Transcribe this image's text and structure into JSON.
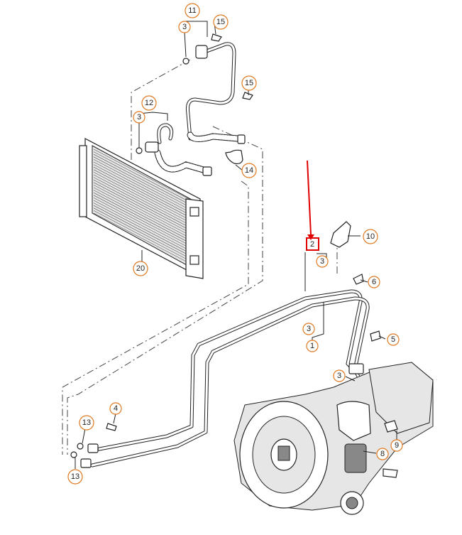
{
  "callouts": {
    "c1": "1",
    "c2": "2",
    "c3a": "3",
    "c3b": "3",
    "c3c": "3",
    "c3d": "3",
    "c3e": "3",
    "c4": "4",
    "c5": "5",
    "c6": "6",
    "c8": "8",
    "c9": "9",
    "c10": "10",
    "c11": "11",
    "c12": "12",
    "c13a": "13",
    "c13b": "13",
    "c14": "14",
    "c15a": "15",
    "c15b": "15",
    "c20": "20"
  },
  "highlight": {
    "part_number": "2",
    "color": "#e00000"
  },
  "colors": {
    "callout_ring": "#e07820",
    "line": "#222222"
  }
}
